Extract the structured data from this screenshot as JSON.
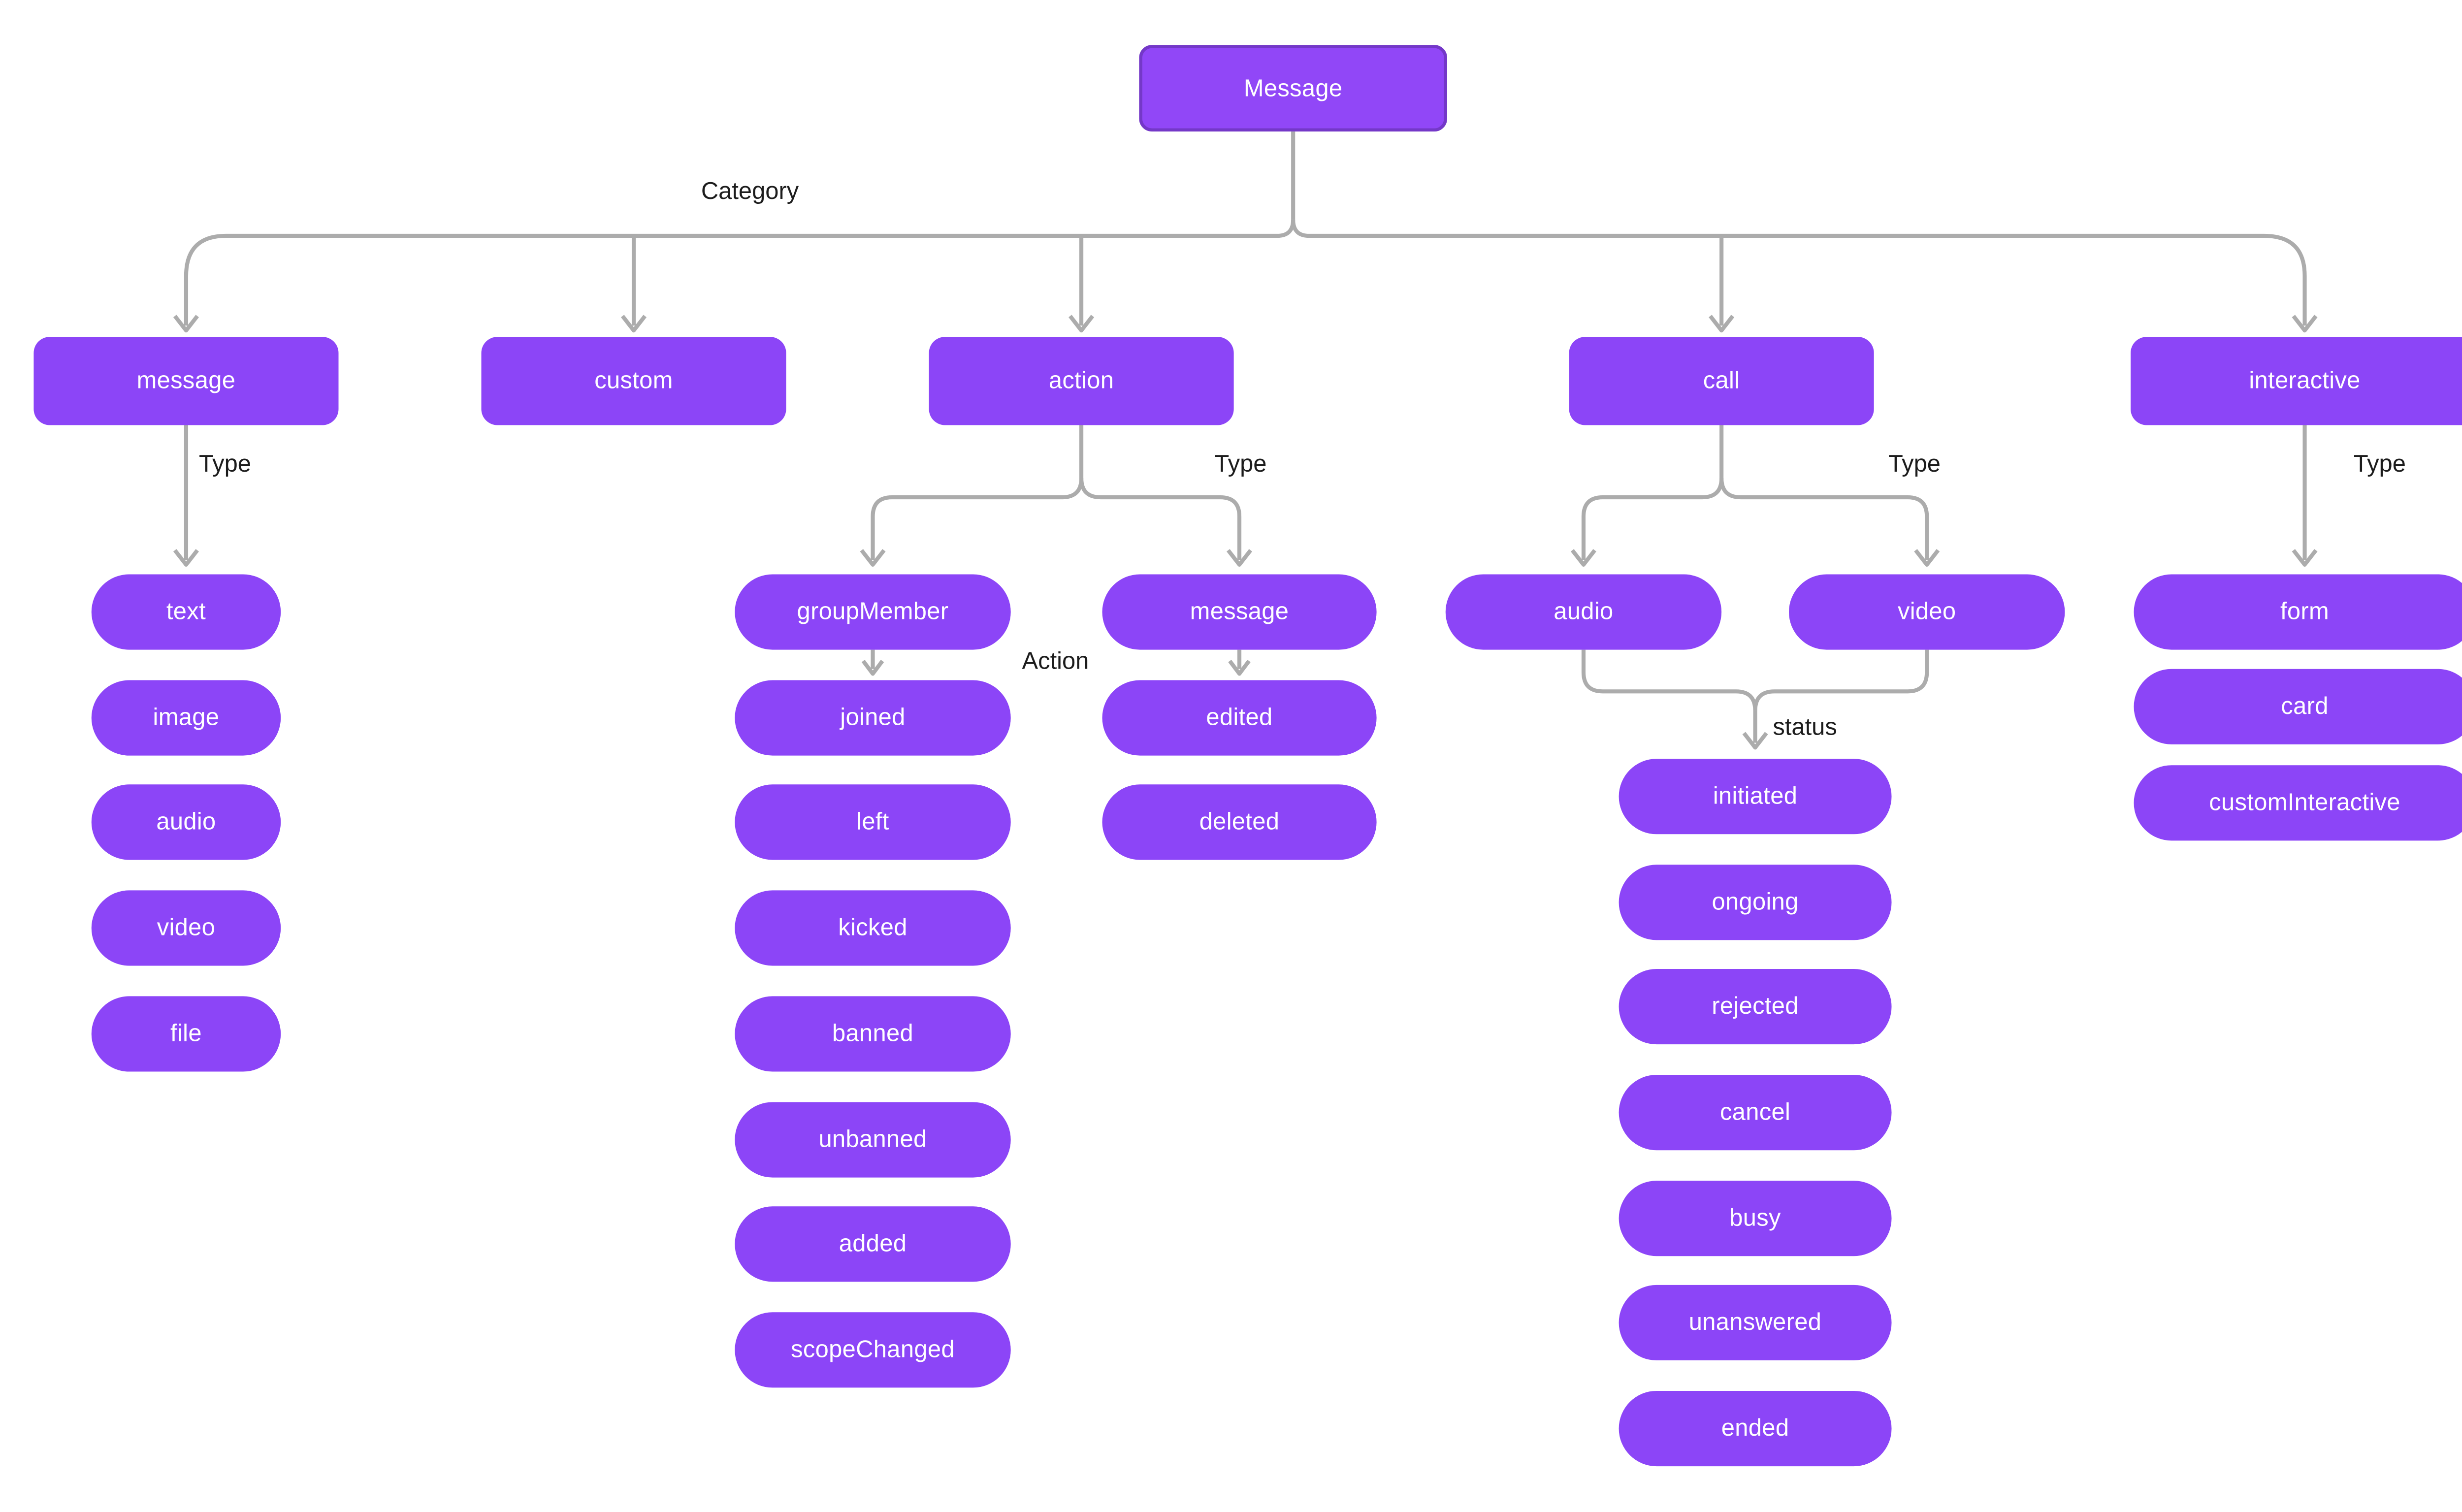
{
  "colors": {
    "node_fill": "#8C45F7",
    "root_fill": "#9147F7",
    "root_border": "#7438C8",
    "connector": "#ACACAC",
    "edge_label_text": "#1C1C1C",
    "node_text": "#FFFFFF",
    "background": "#FFFFFF"
  },
  "diagram": {
    "root_label": "Message",
    "category_edge_label": "Category",
    "categories": [
      {
        "label": "message",
        "edge_label": "Type",
        "types": [
          "text",
          "image",
          "audio",
          "video",
          "file"
        ]
      },
      {
        "label": "custom"
      },
      {
        "label": "action",
        "edge_label": "Type",
        "types": [
          {
            "label": "groupMember",
            "edge_label": "Action",
            "actions": [
              "joined",
              "left",
              "kicked",
              "banned",
              "unbanned",
              "added",
              "scopeChanged"
            ]
          },
          {
            "label": "message",
            "actions": [
              "edited",
              "deleted"
            ]
          }
        ]
      },
      {
        "label": "call",
        "edge_label": "Type",
        "types": [
          "audio",
          "video"
        ],
        "status_edge_label": "status",
        "statuses": [
          "initiated",
          "ongoing",
          "rejected",
          "cancel",
          "busy",
          "unanswered",
          "ended"
        ]
      },
      {
        "label": "interactive",
        "edge_label": "Type",
        "types": [
          "form",
          "card",
          "customInteractive"
        ]
      }
    ]
  }
}
